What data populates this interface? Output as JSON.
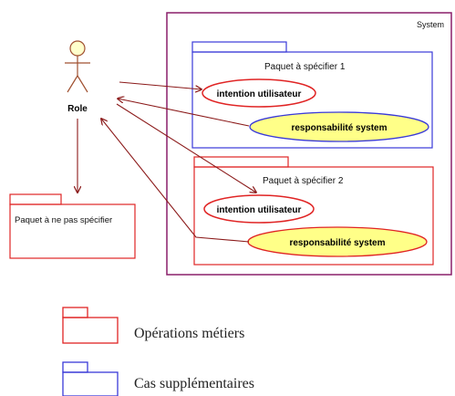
{
  "system": {
    "label": "System"
  },
  "actor": {
    "label": "Role"
  },
  "packages": [
    {
      "label": "Paquet à spécifier 1",
      "color": "#3a3ad8",
      "use_cases": [
        {
          "label": "intention utilisateur",
          "fill": "#ffffff",
          "stroke": "#e02424"
        },
        {
          "label": "responsabilité system",
          "fill": "#ffff88",
          "stroke": "#3a3ad8"
        }
      ]
    },
    {
      "label": "Paquet à spécifier 2",
      "color": "#e02424",
      "use_cases": [
        {
          "label": "intention utilisateur",
          "fill": "#ffffff",
          "stroke": "#e02424"
        },
        {
          "label": "responsabilité system",
          "fill": "#ffff88",
          "stroke": "#e02424"
        }
      ]
    }
  ],
  "external_package": {
    "label": "Paquet à ne pas spécifier",
    "color": "#e02424"
  },
  "legend": [
    {
      "label": "Opérations métiers",
      "color": "#e02424"
    },
    {
      "label": "Cas supplémentaires",
      "color": "#3a3ad8"
    }
  ],
  "colors": {
    "system_border": "#8a1f6a",
    "connector": "#8b1a1a",
    "actor_head_fill": "#ffffcc",
    "actor_line": "#a05030"
  }
}
